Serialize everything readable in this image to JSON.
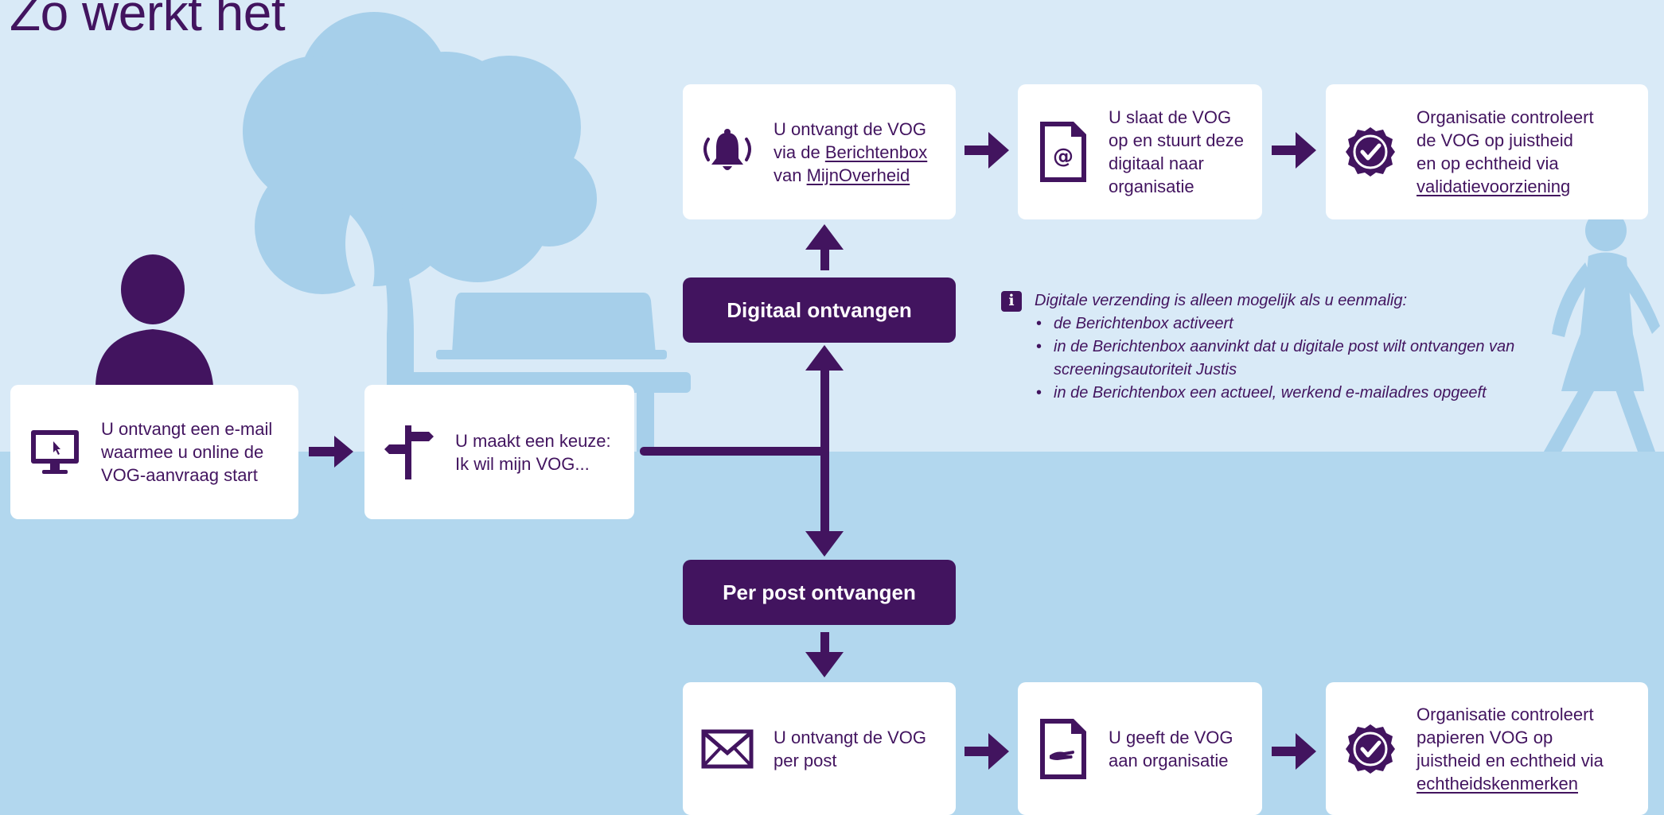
{
  "title": "Zo werkt het",
  "colors": {
    "purple": "#42145f",
    "sky_light": "#d9eaf7",
    "sky_mid": "#b2d7ee",
    "illustration": "#a6cfea",
    "card": "#ffffff"
  },
  "steps": {
    "email": {
      "icon": "computer-mouse-icon",
      "lines": [
        "U ontvangt een e-mail",
        "waarmee u online de",
        "VOG-aanvraag start"
      ]
    },
    "choice": {
      "icon": "signpost-icon",
      "lines": [
        "U maakt een keuze:",
        "Ik wil mijn VOG..."
      ]
    },
    "digital_receive": {
      "icon": "notification-bell-icon",
      "line1": "U ontvangt de VOG",
      "line2_prefix": "via de ",
      "line2_link": "Berichtenbox",
      "line3_prefix": "van ",
      "line3_link": "MijnOverheid"
    },
    "digital_save": {
      "icon": "email-document-icon",
      "lines": [
        "U slaat de VOG",
        "op en stuurt deze",
        "digitaal naar",
        "organisatie"
      ]
    },
    "digital_check": {
      "icon": "verified-badge-icon",
      "lines": [
        "Organisatie controleert",
        "de VOG op juistheid",
        "en op echtheid via"
      ],
      "link": "validatievoorziening"
    },
    "post_receive": {
      "icon": "envelope-icon",
      "lines": [
        "U ontvangt de VOG",
        "per post"
      ]
    },
    "post_give": {
      "icon": "hand-document-icon",
      "lines": [
        "U geeft de VOG",
        "aan organisatie"
      ]
    },
    "post_check": {
      "icon": "verified-badge-icon",
      "lines": [
        "Organisatie controleert",
        "papieren VOG op",
        "juistheid en echtheid via"
      ],
      "link": "echtheidskenmerken"
    }
  },
  "options": {
    "digital": "Digitaal ontvangen",
    "post": "Per post ontvangen"
  },
  "info": {
    "icon": "info-icon",
    "intro": "Digitale verzending is alleen mogelijk als u eenmalig:",
    "items": [
      "de Berichtenbox activeert",
      "in de Berichtenbox aanvinkt dat u digitale post wilt ontvangen van",
      "screeningsautoriteit Justis",
      "in de Berichtenbox een actueel, werkend e-mailadres opgeeft"
    ]
  }
}
